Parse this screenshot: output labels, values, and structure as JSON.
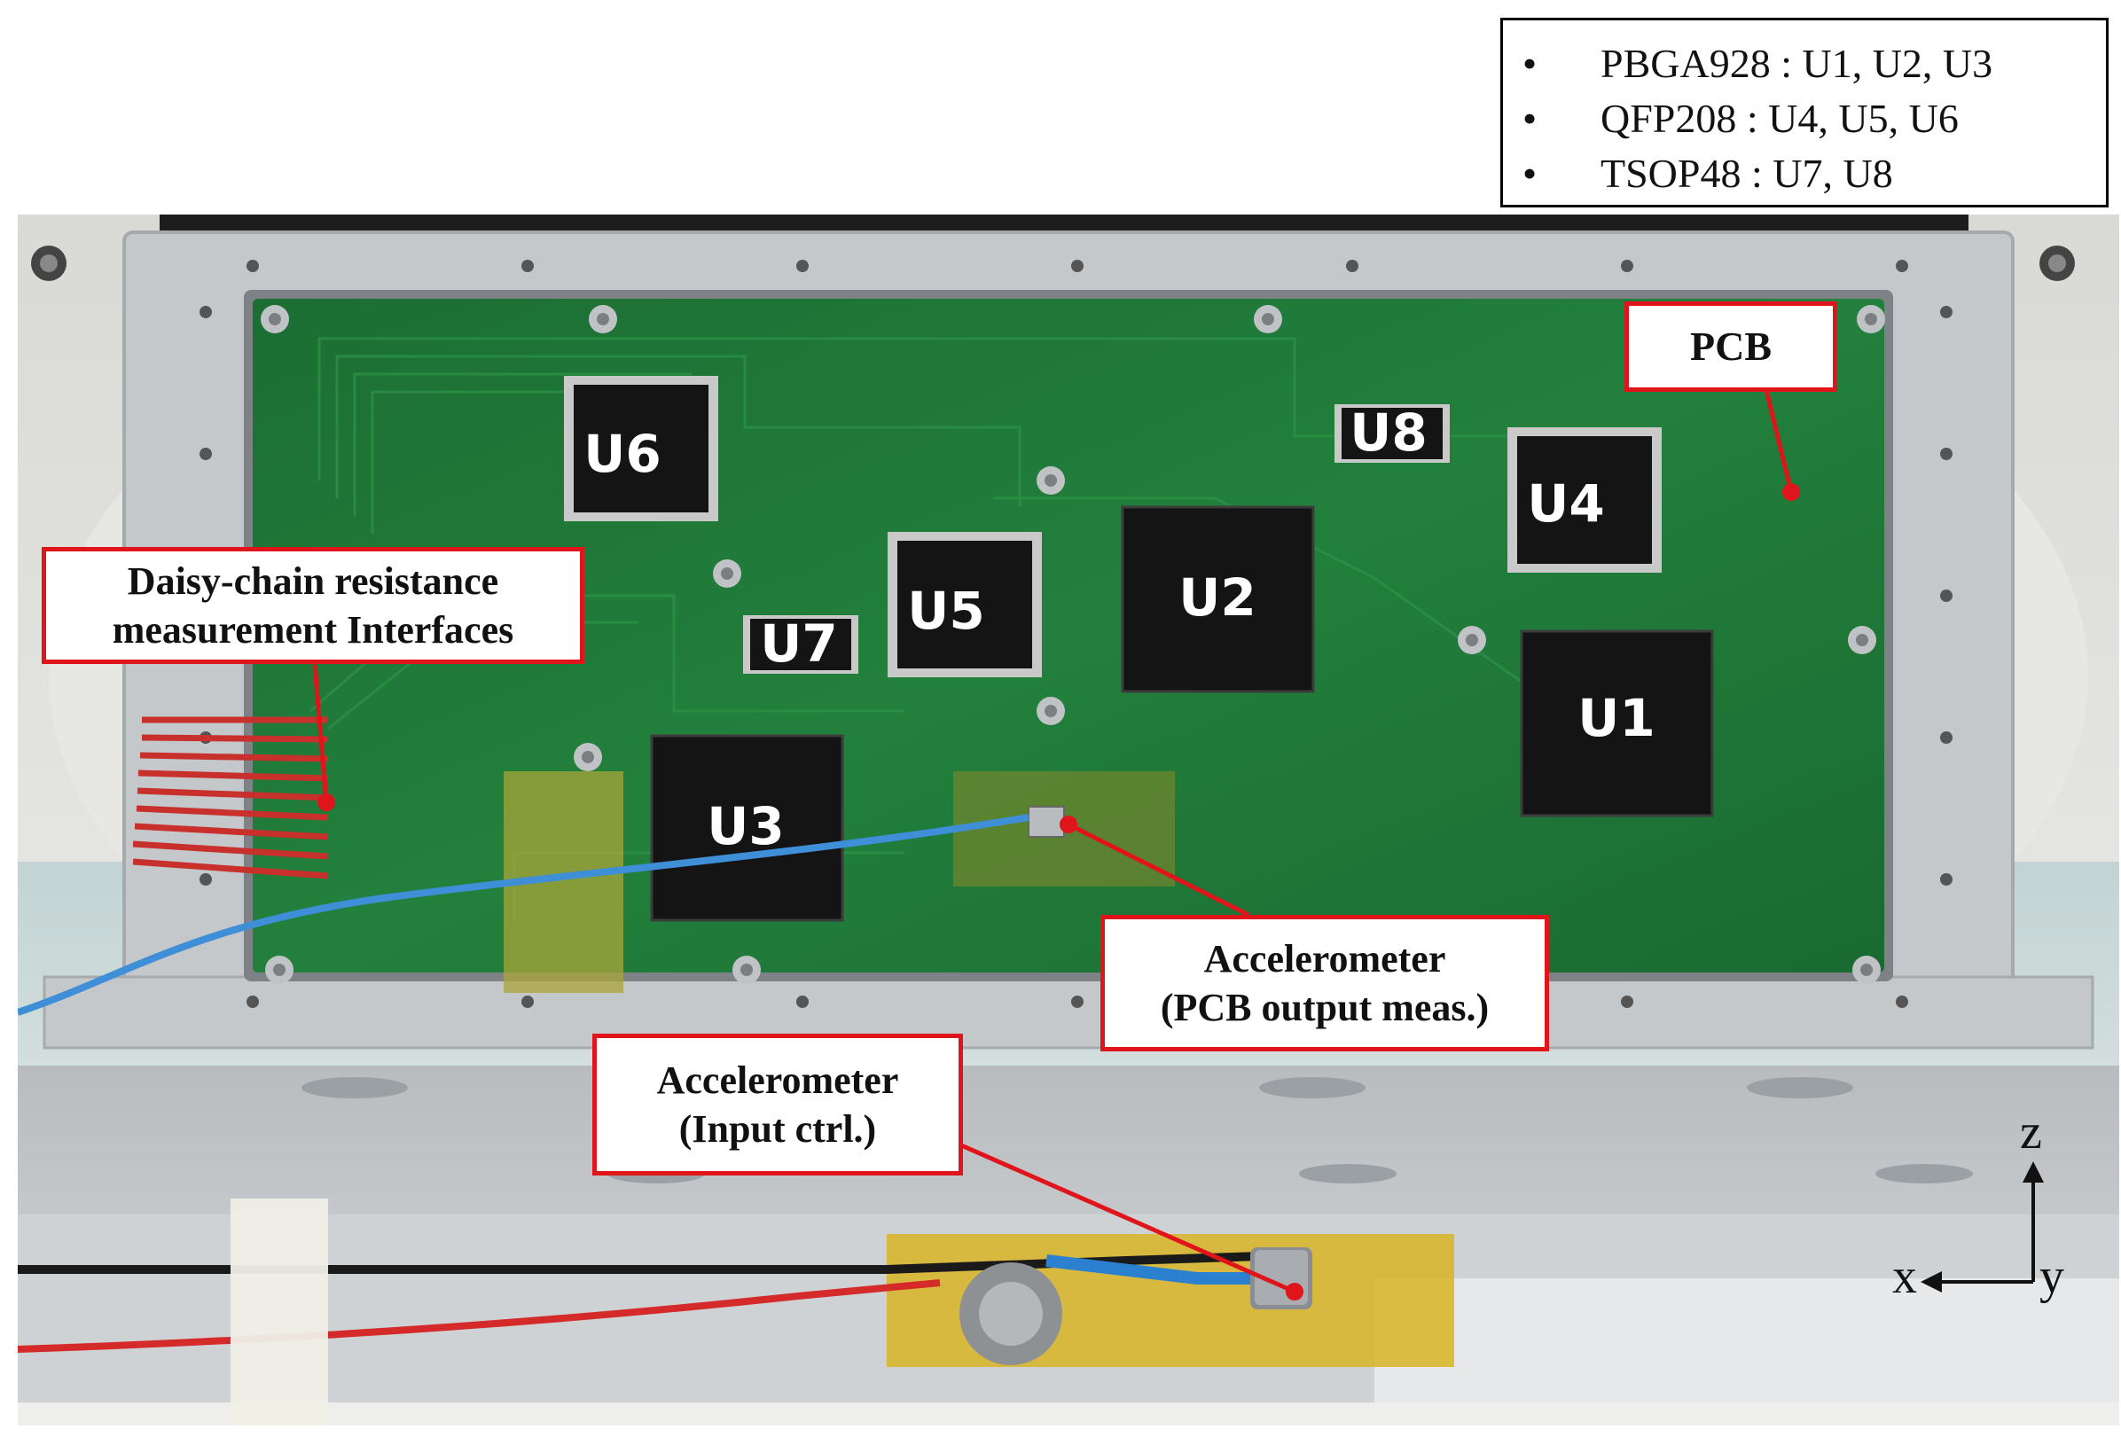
{
  "legend": {
    "items": [
      "PBGA928  : U1, U2, U3",
      "QFP208  : U4, U5, U6",
      "TSOP48  : U7, U8"
    ]
  },
  "callouts": {
    "pcb": "PCB",
    "daisy_line1": "Daisy-chain resistance",
    "daisy_line2": "measurement Interfaces",
    "accel_pcb_line1": "Accelerometer",
    "accel_pcb_line2": "(PCB output meas.)",
    "accel_input_line1": "Accelerometer",
    "accel_input_line2": "(Input ctrl.)"
  },
  "chips": {
    "u1": "U1",
    "u2": "U2",
    "u3": "U3",
    "u4": "U4",
    "u5": "U5",
    "u6": "U6",
    "u7": "U7",
    "u8": "U8"
  },
  "axes": {
    "z": "z",
    "x": "x",
    "y": "y"
  },
  "colors": {
    "callout_border": "#e0141b",
    "pcb_green": "#1f7a3a",
    "frame_gray": "#c8cbce",
    "chip_black": "#141414"
  }
}
